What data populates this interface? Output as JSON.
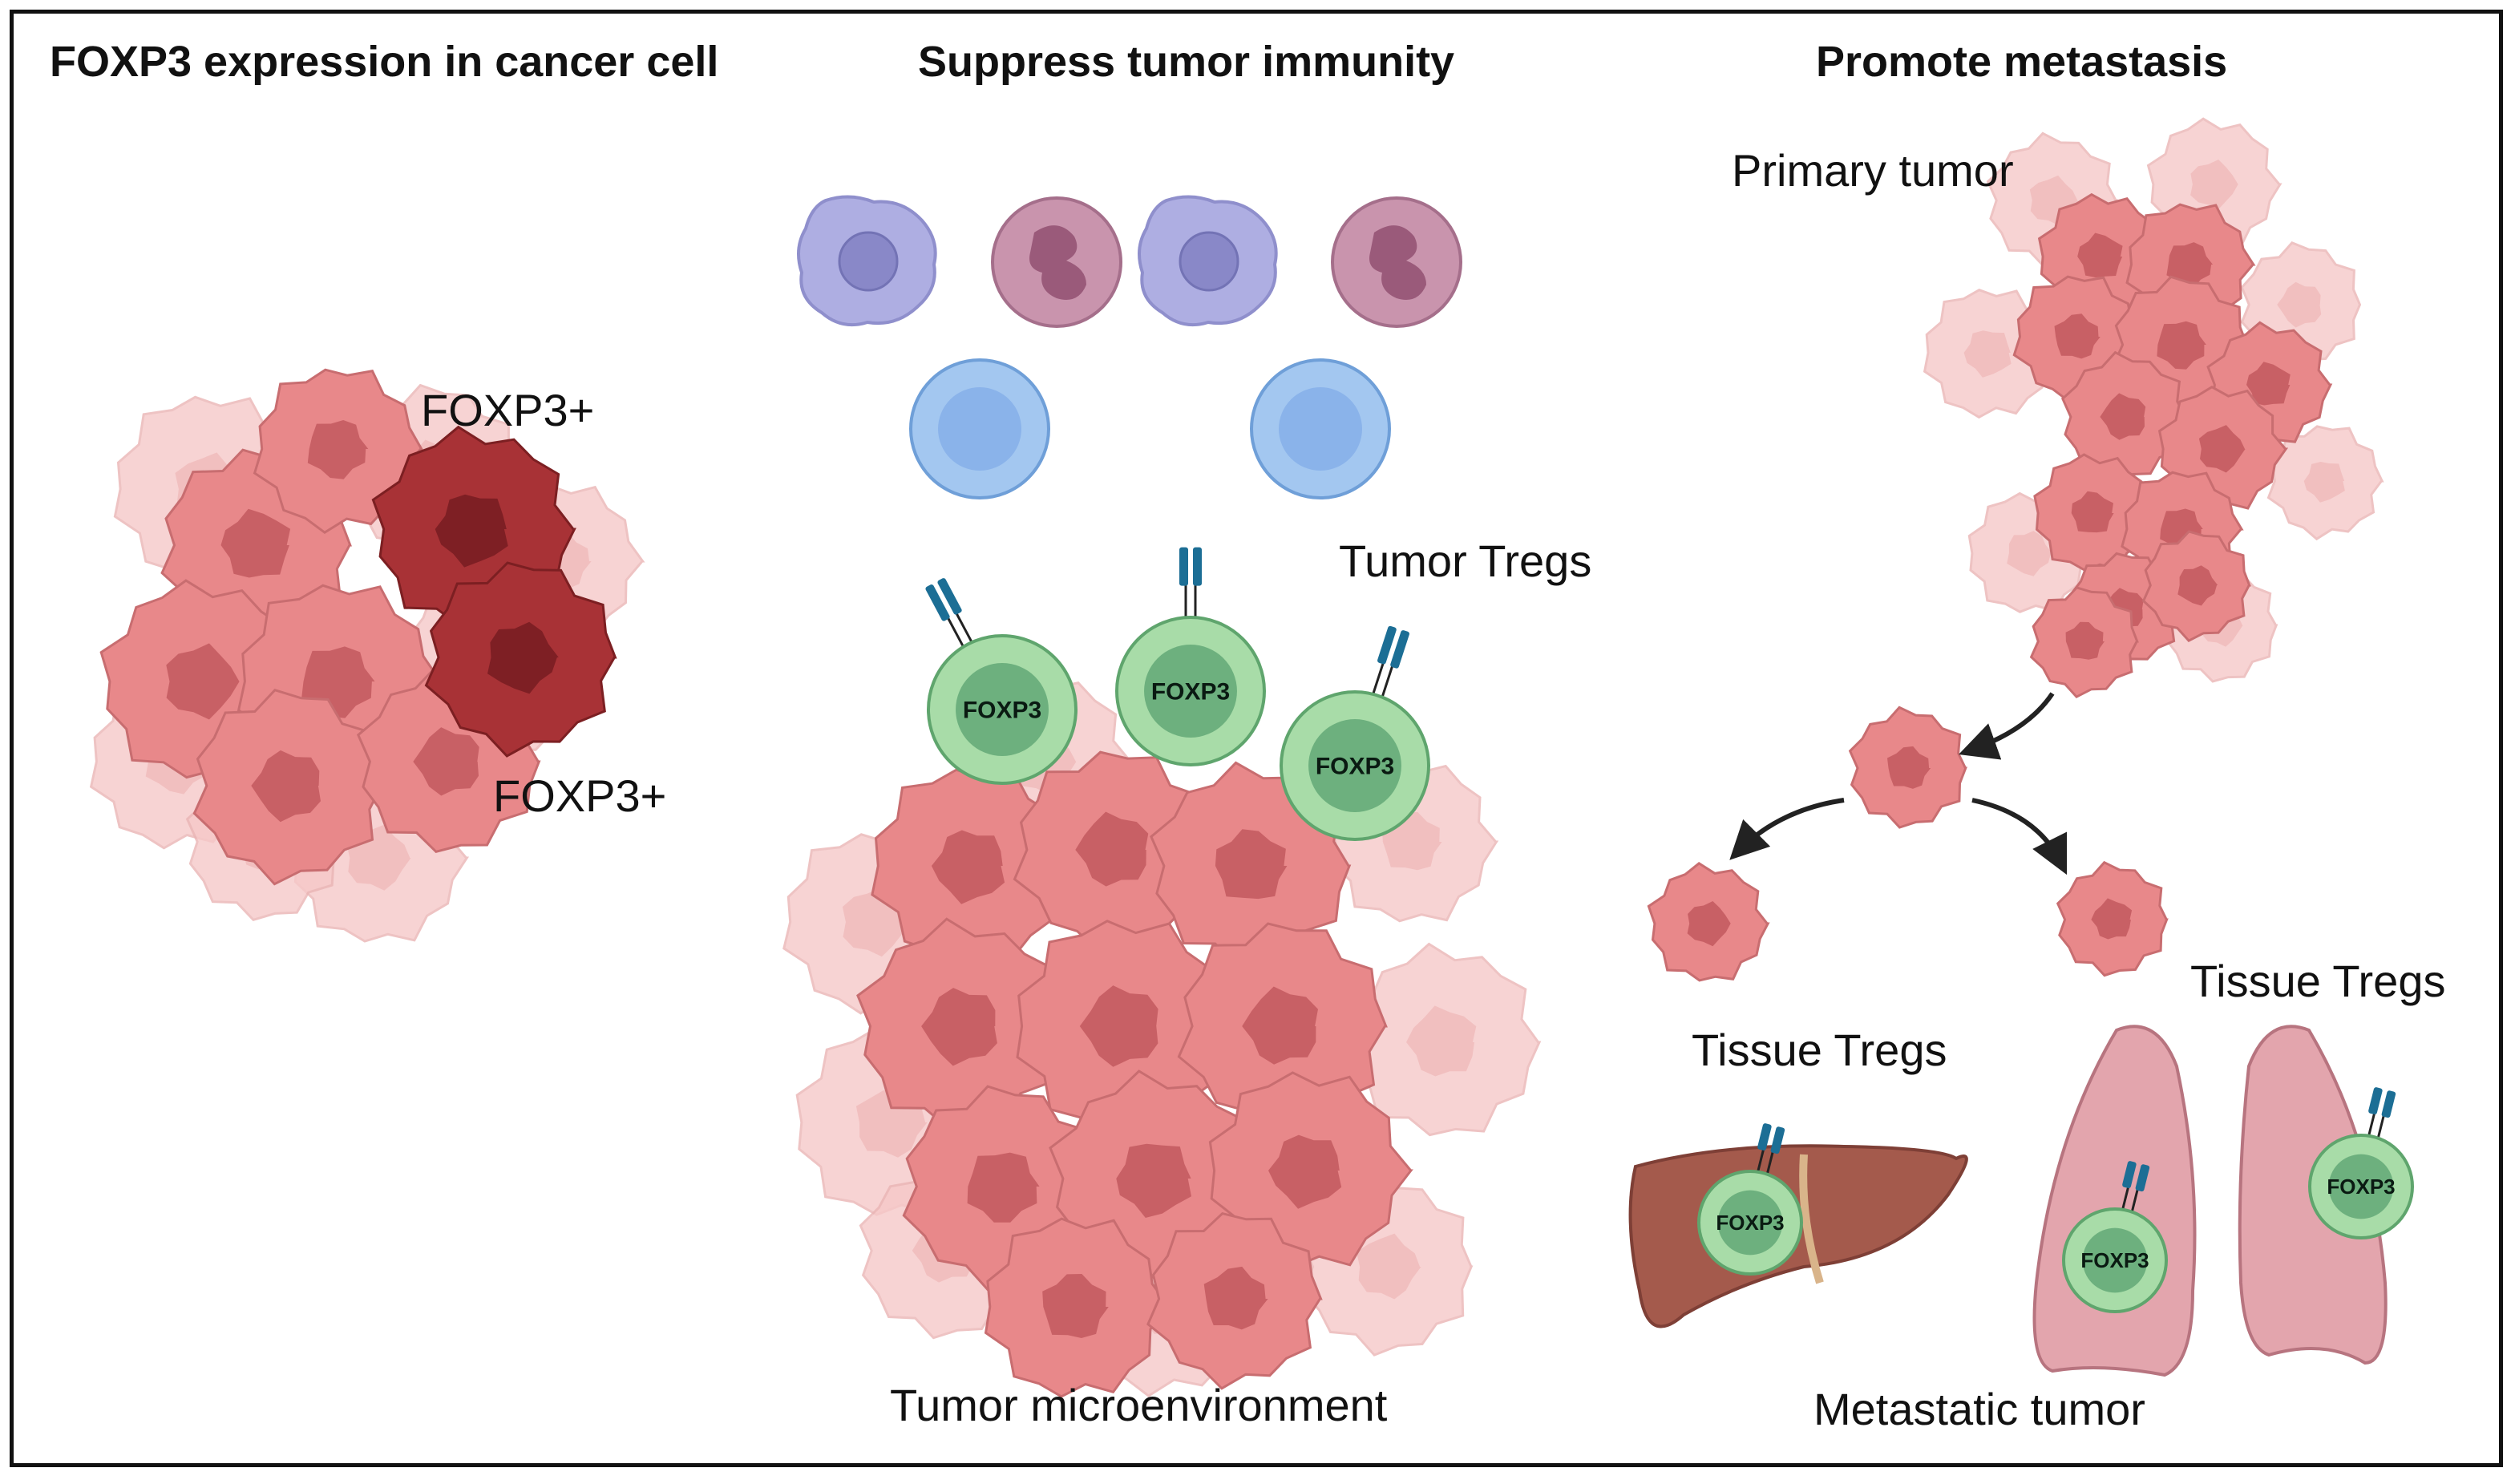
{
  "panels": {
    "left": {
      "title": "FOXP3 expression in cancer cell",
      "label_top": "FOXP3+",
      "label_bottom": "FOXP3+"
    },
    "middle": {
      "title": "Suppress tumor immunity",
      "tregs_label": "Tumor Tregs",
      "bottom_label": "Tumor microenvironment",
      "treg_marker": "FOXP3"
    },
    "right": {
      "title": "Promote metastasis",
      "primary_label": "Primary tumor",
      "liver_tregs_label": "Tissue Tregs",
      "lung_tregs_label": "Tissue Tregs",
      "bottom_label": "Metastatic tumor",
      "treg_marker": "FOXP3"
    }
  },
  "colors": {
    "tumor_cell": "#e8888a",
    "tumor_cell_light": "#f6c9c9",
    "tumor_nucleus": "#c86065",
    "foxp3_positive": "#a83236",
    "treg_fill": "#a8dca8",
    "treg_nucleus": "#6db07e",
    "tcell": "#9cc2ee",
    "macrophage": "#a9a8de",
    "neutrophil": "#c98aa8",
    "receptor": "#1c6e95",
    "liver": "#a0564a",
    "lung": "#e0a2aa"
  },
  "icons": [
    "tumor-cell-icon",
    "treg-cell-icon",
    "t-cell-icon",
    "macrophage-icon",
    "neutrophil-icon",
    "liver-icon",
    "lung-icon",
    "tcr-receptor-icon",
    "arrow-icon"
  ]
}
